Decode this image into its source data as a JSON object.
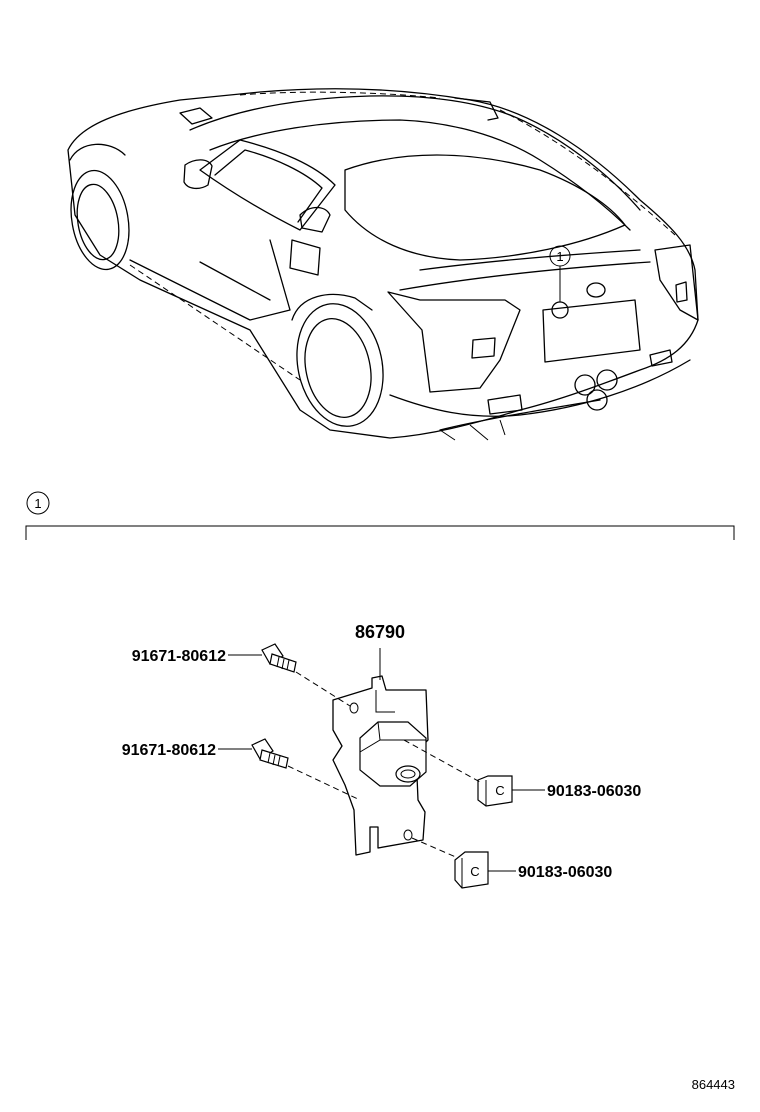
{
  "callout": {
    "number": "1"
  },
  "section": {
    "number": "1"
  },
  "parts": {
    "camera": "86790",
    "bolt_upper": "91671-80612",
    "bolt_lower": "91671-80612",
    "nut_upper": "90183-06030",
    "nut_lower": "90183-06030",
    "nut_mark_upper": "C",
    "nut_mark_lower": "C"
  },
  "diagram_code": "864443"
}
